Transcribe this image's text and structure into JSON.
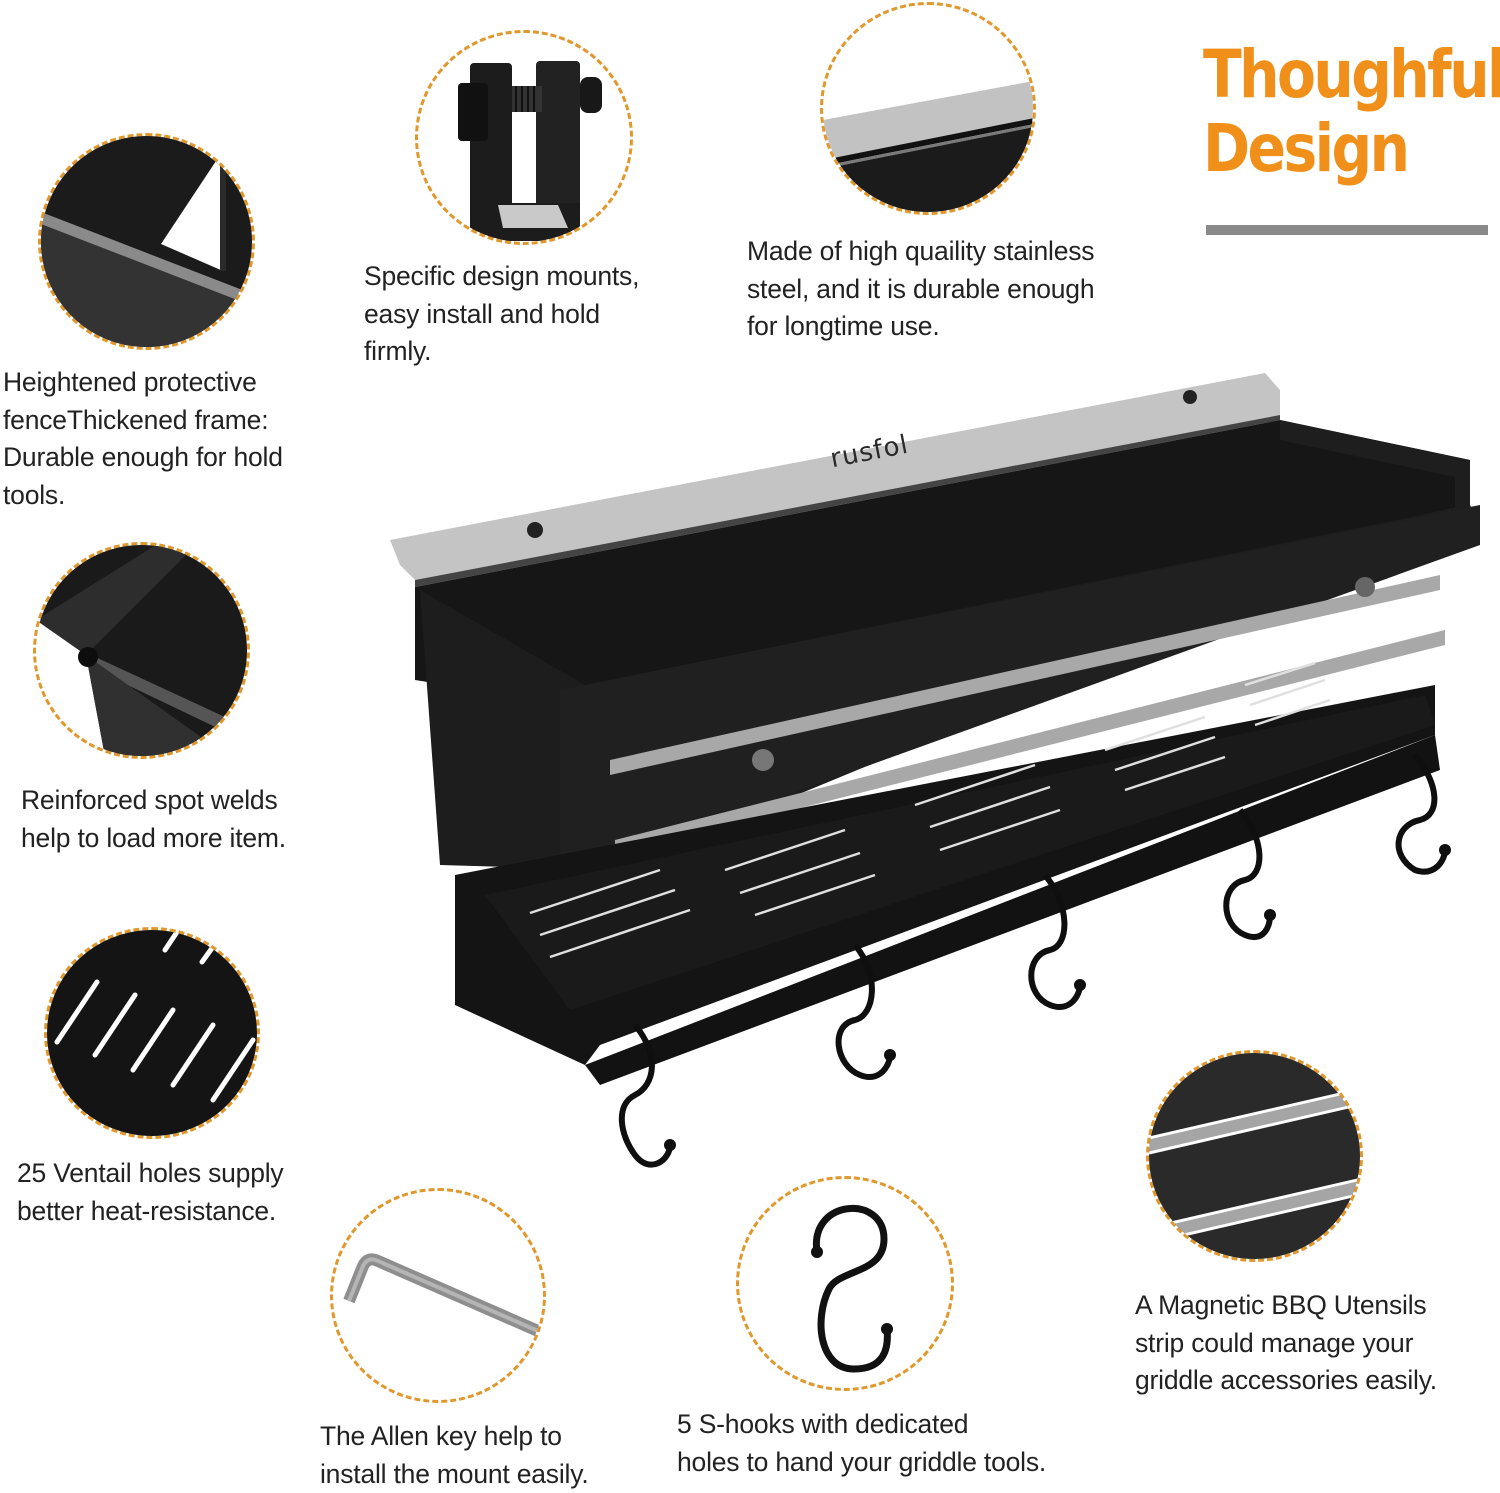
{
  "header": {
    "title_line1": "Thoughful",
    "title_line2": "Design",
    "accent_color": "#f0901a",
    "underline_color": "#8a8a8a"
  },
  "product": {
    "brand_logo": "rusfol",
    "name": "magnetic-bbq-utensil-rack",
    "hook_count": 5
  },
  "features": [
    {
      "id": "fence",
      "icon": "fence-closeup-icon",
      "caption": "Heightened protective\nfenceThickened frame:\nDurable enough for hold\ntools."
    },
    {
      "id": "mount",
      "icon": "mount-clamp-icon",
      "caption": "Specific design mounts,\neasy install and hold\nfirmly."
    },
    {
      "id": "steel",
      "icon": "stainless-steel-edge-icon",
      "caption": "Made of high quaility stainless\nsteel, and it is durable enough\nfor longtime use."
    },
    {
      "id": "welds",
      "icon": "spot-weld-icon",
      "caption": "Reinforced spot welds\nhelp to load more item."
    },
    {
      "id": "vents",
      "icon": "vent-holes-icon",
      "caption": "25 Ventail holes supply\nbetter heat-resistance."
    },
    {
      "id": "allen-key",
      "icon": "allen-key-icon",
      "caption": "The Allen key help to\ninstall the mount easily."
    },
    {
      "id": "s-hooks",
      "icon": "s-hook-icon",
      "caption": "5 S-hooks with dedicated\nholes to hand your griddle tools."
    },
    {
      "id": "magnetic-strip",
      "icon": "magnetic-strip-icon",
      "caption": "A Magnetic BBQ Utensils\nstrip could manage your\ngriddle accessories easily."
    }
  ],
  "colors": {
    "dashed_border": "#e0982c",
    "metal_black": "#1a1a1a",
    "steel_silver": "#b8b8b8"
  }
}
